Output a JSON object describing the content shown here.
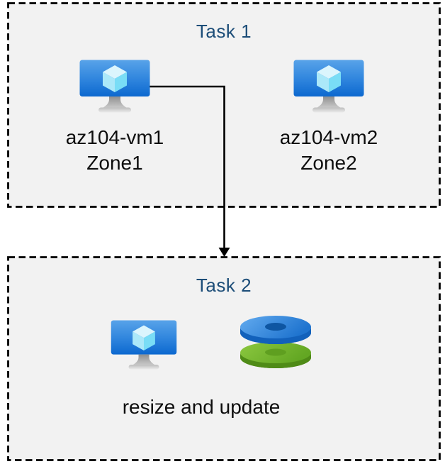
{
  "styles": {
    "page_background": "#ffffff",
    "box_fill": "#f2f2f2",
    "box_border_color": "#000000",
    "title_color": "#1c4d78",
    "label_color": "#0e0e0e",
    "arrow_color": "#000000",
    "vm_screen_blue": "#1a6fd2",
    "vm_cube_blue": "#bfeefb",
    "disk_blue": "#2e82dc",
    "disk_green": "#6fb32a",
    "stand_gray": "#b0b0b0"
  },
  "task1": {
    "title": "Task 1",
    "nodes": [
      {
        "icon": "virtual-machine-icon",
        "name": "az104-vm1",
        "zone": "Zone1"
      },
      {
        "icon": "virtual-machine-icon",
        "name": "az104-vm2",
        "zone": "Zone2"
      }
    ]
  },
  "task2": {
    "title": "Task 2",
    "icons": [
      "virtual-machine-icon",
      "disks-icon"
    ],
    "label": "resize and update"
  },
  "connector": {
    "type": "elbow-arrow",
    "from": "az104-vm1",
    "to": "Task 2"
  }
}
